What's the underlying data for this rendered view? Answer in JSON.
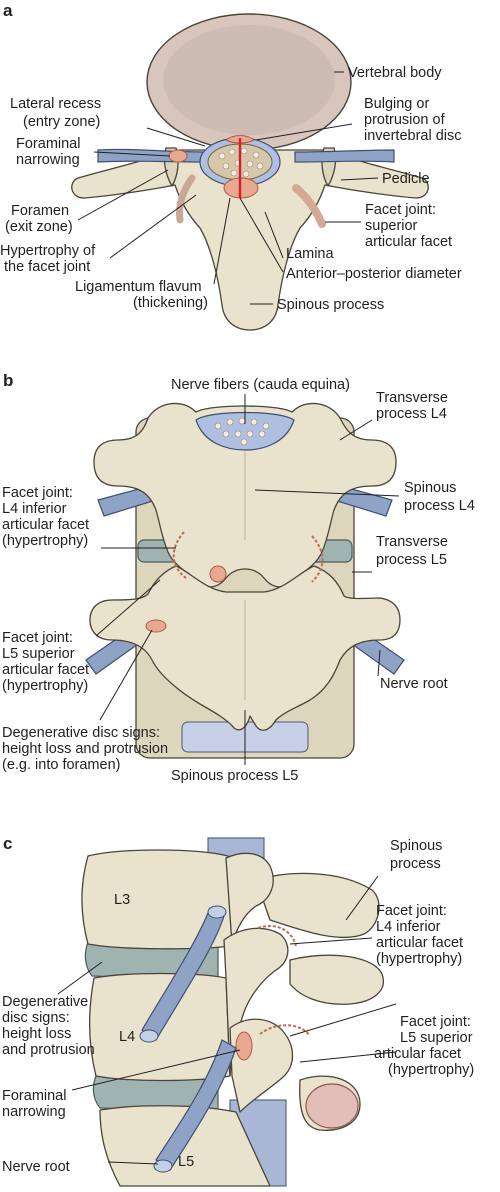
{
  "panels": {
    "a": {
      "letter": "a",
      "labels": {
        "vertebral_body": "Vertebral body",
        "lateral_recess_1": "Lateral recess",
        "lateral_recess_2": "(entry zone)",
        "bulging_1": "Bulging or",
        "bulging_2": "protrusion of",
        "bulging_3": "invertebral disc",
        "foraminal_1": "Foraminal",
        "foraminal_2": "narrowing",
        "pedicle": "Pedicle",
        "foramen_1": "Foramen",
        "foramen_2": "(exit zone)",
        "facet_1": "Facet joint:",
        "facet_2": "superior",
        "facet_3": "articular facet",
        "hypertrophy_1": "Hypertrophy of",
        "hypertrophy_2": "the facet joint",
        "lamina": "Lamina",
        "ap_diameter": "Anterior–posterior diameter",
        "ligamentum_1": "Ligamentum flavum",
        "ligamentum_2": "(thickening)",
        "spinous": "Spinous process"
      }
    },
    "b": {
      "letter": "b",
      "labels": {
        "nerve_fibers": "Nerve fibers (cauda equina)",
        "tp4_1": "Transverse",
        "tp4_2": "process L4",
        "facet4_1": "Facet joint:",
        "facet4_2": "L4 inferior",
        "facet4_3": "articular facet",
        "facet4_4": "(hypertrophy)",
        "sp4_1": "Spinous",
        "sp4_2": "process L4",
        "tp5_1": "Transverse",
        "tp5_2": "process L5",
        "facet5_1": "Facet joint:",
        "facet5_2": "L5 superior",
        "facet5_3": "articular facet",
        "facet5_4": "(hypertrophy)",
        "nerve_root": "Nerve root",
        "degen_1": "Degenerative disc signs:",
        "degen_2": "height loss and protrusion",
        "degen_3": "(e.g. into foramen)",
        "sp5": "Spinous process L5"
      }
    },
    "c": {
      "letter": "c",
      "labels": {
        "l3": "L3",
        "l4": "L4",
        "l5": "L5",
        "spinous_1": "Spinous",
        "spinous_2": "process",
        "facet4_1": "Facet joint:",
        "facet4_2": "L4 inferior",
        "facet4_3": "articular facet",
        "facet4_4": "(hypertrophy)",
        "degen_1": "Degenerative",
        "degen_2": "disc signs:",
        "degen_3": "height loss",
        "degen_4": "and protrusion",
        "facet5_1": "Facet joint:",
        "facet5_2": "L5 superior",
        "facet5_3": "articular facet",
        "facet5_4": "(hypertrophy)",
        "foraminal_1": "Foraminal",
        "foraminal_2": "narrowing",
        "nerve_root": "Nerve root"
      }
    }
  },
  "colors": {
    "bone": "#e9e2cc",
    "nerve": "#8fa3c7",
    "disc": "#9fb3b0",
    "hypertrophy": "#e9a890",
    "diameter_line": "#d81e2a"
  }
}
